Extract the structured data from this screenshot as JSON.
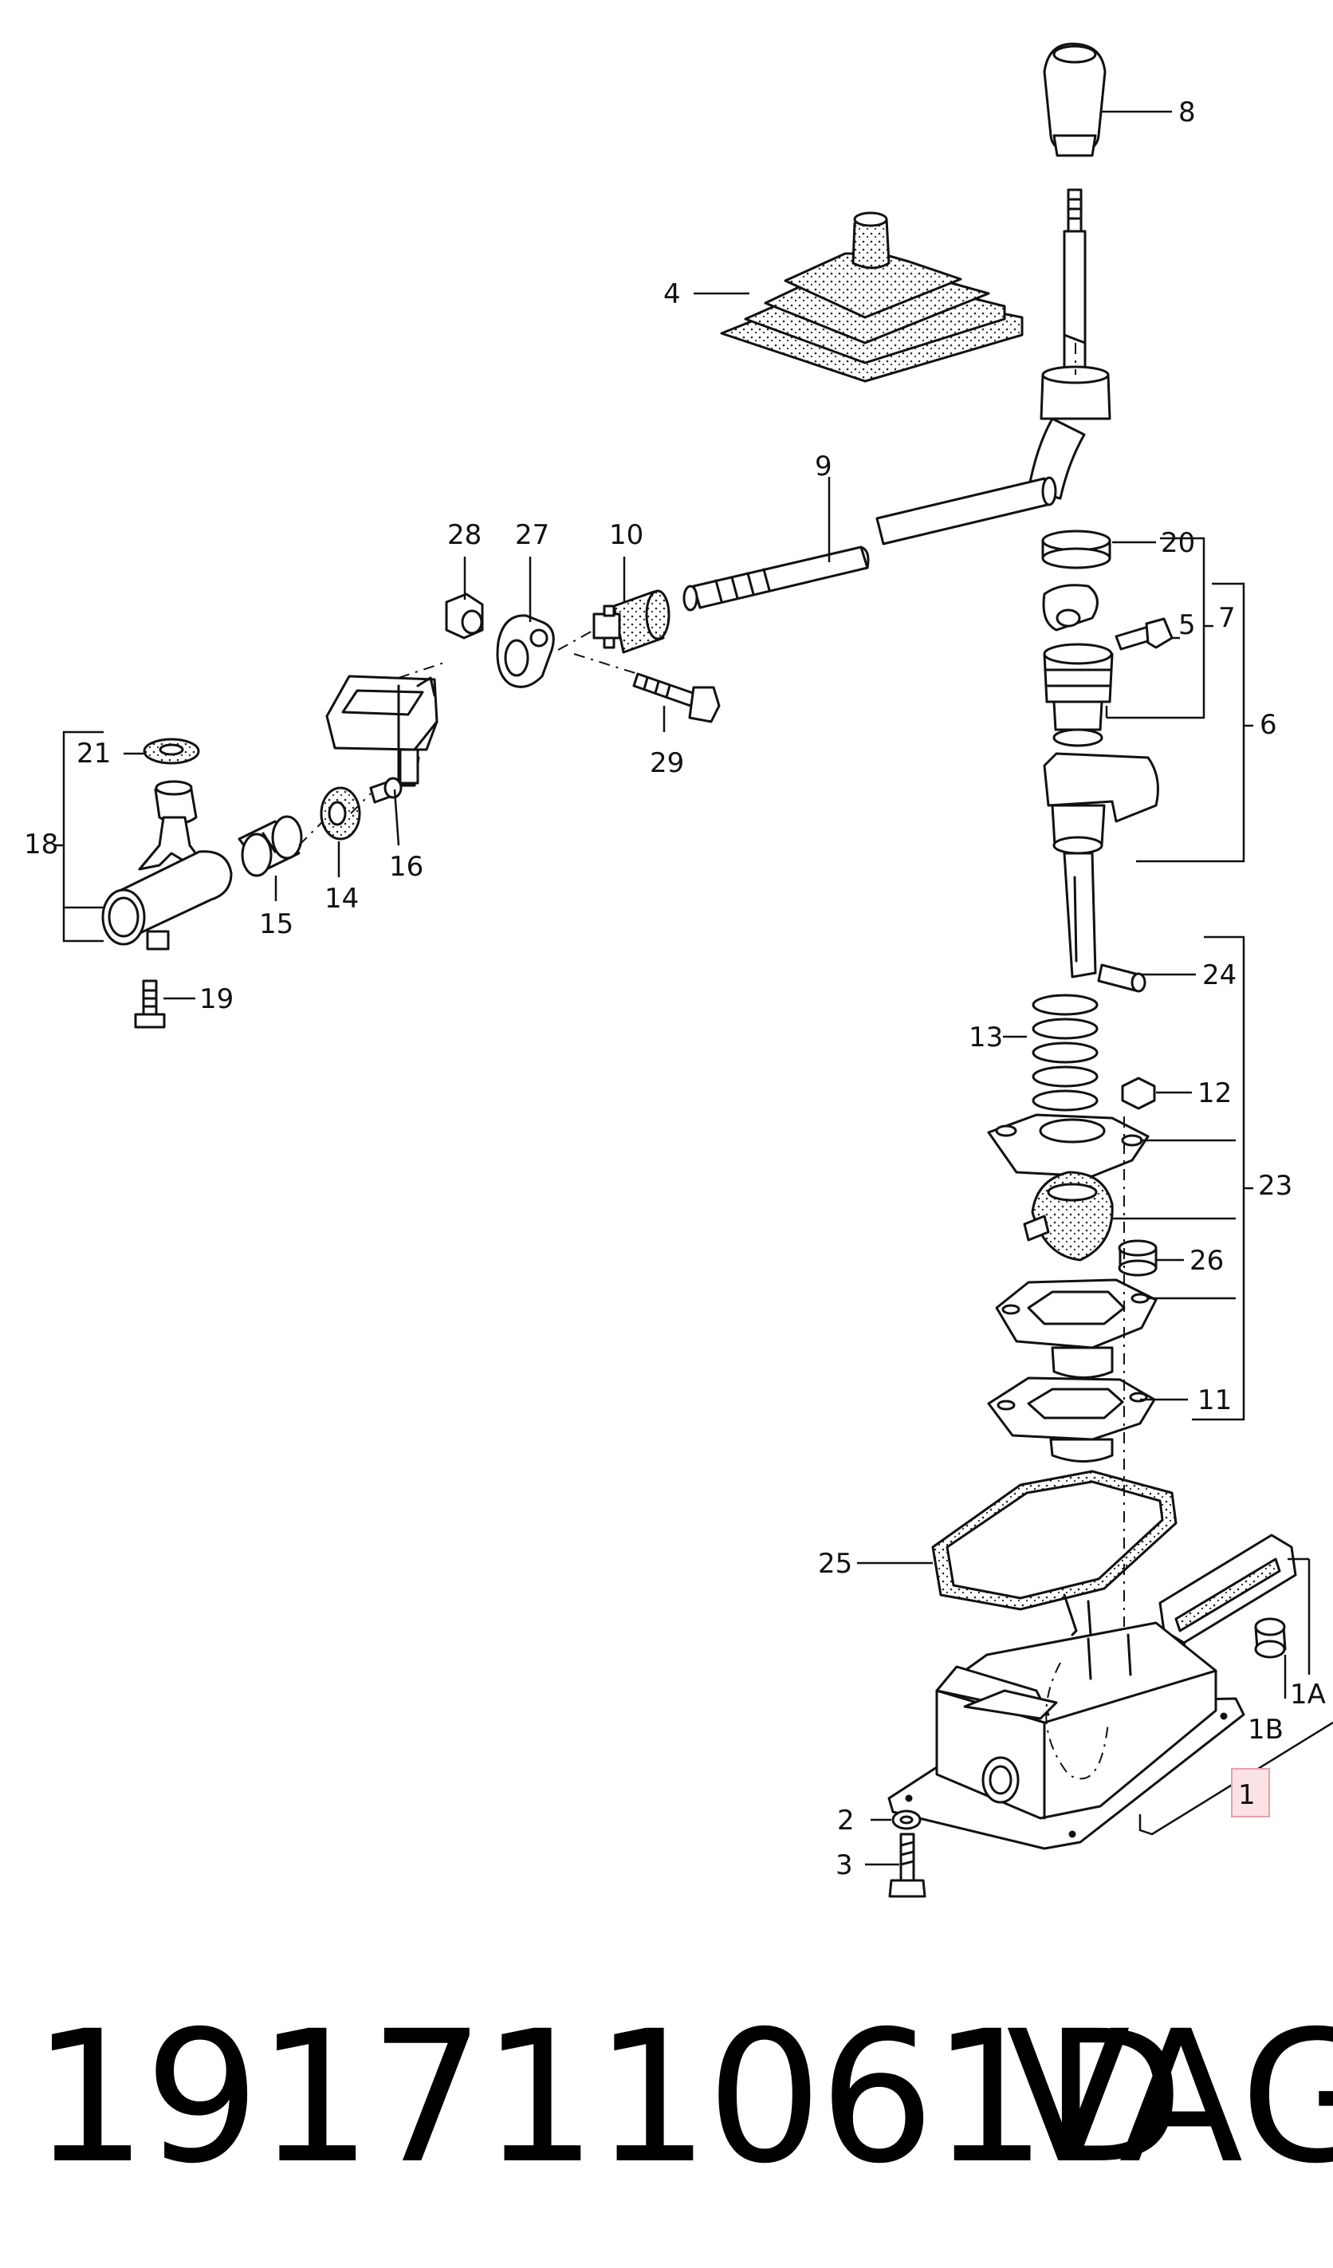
{
  "callouts": {
    "c8": "8",
    "c4": "4",
    "c9": "9",
    "c28": "28",
    "c27": "27",
    "c10": "10",
    "c20": "20",
    "c5": "5",
    "c7": "7",
    "c6": "6",
    "c29": "29",
    "c21": "21",
    "c18": "18",
    "c16": "16",
    "c15": "15",
    "c14": "14",
    "c19": "19",
    "c24": "24",
    "c13": "13",
    "c12": "12",
    "c23": "23",
    "c26": "26",
    "c11": "11",
    "c25": "25",
    "c1A": "1A",
    "c1B": "1B",
    "c1": "1",
    "c2": "2",
    "c3": "3"
  },
  "highlight_color": "#e8a0a8",
  "footer": {
    "part_number": "191711061D",
    "brand": "VAG"
  }
}
